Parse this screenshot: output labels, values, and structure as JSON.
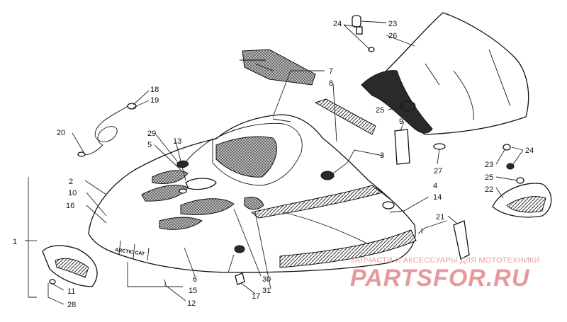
{
  "watermark": {
    "tagline": "ЗАПЧАСТИ И АКСЕССУАРЫ ДЛЯ МОТОТЕХНИКИ",
    "logo": "PARTSFOR.RU",
    "color": "#e58f8f"
  },
  "hood_brand_text": "ARCTIC CAT",
  "callouts": {
    "c1": "1",
    "c2": "2",
    "c3": "3",
    "c4": "4",
    "c5": "5",
    "c6": "6",
    "c7": "7",
    "c8": "8",
    "c9": "9",
    "c10": "10",
    "c11": "11",
    "c12": "12",
    "c13": "13",
    "c14": "14",
    "c15": "15",
    "c16": "16",
    "c17": "17",
    "c18": "18",
    "c19": "19",
    "c20": "20",
    "c21": "21",
    "c22": "22",
    "c23a": "23",
    "c23b": "23",
    "c24a": "24",
    "c24b": "24",
    "c25a": "25",
    "c25b": "25",
    "c26": "26",
    "c27": "27",
    "c28": "28",
    "c29": "29",
    "c30": "30",
    "c31": "31"
  }
}
